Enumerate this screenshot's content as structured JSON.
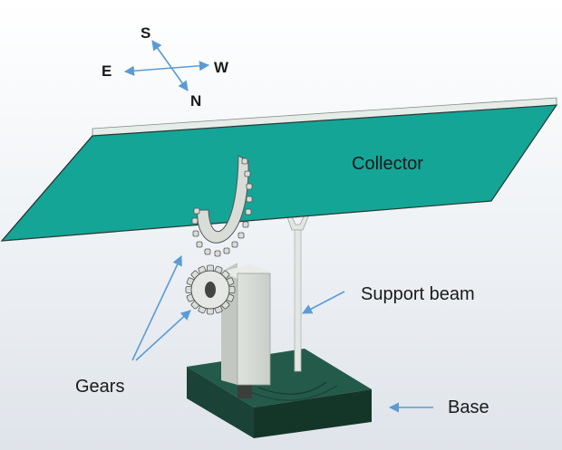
{
  "compass": {
    "south": "S",
    "east": "E",
    "west": "W",
    "north": "N"
  },
  "labels": {
    "collector": "Collector",
    "support_beam": "Support beam",
    "gears": "Gears",
    "base": "Base"
  },
  "colors": {
    "collector": "#14a597",
    "base": "#1c4a3c",
    "arrow": "#5b9bd5",
    "background": "#e9edf2"
  }
}
